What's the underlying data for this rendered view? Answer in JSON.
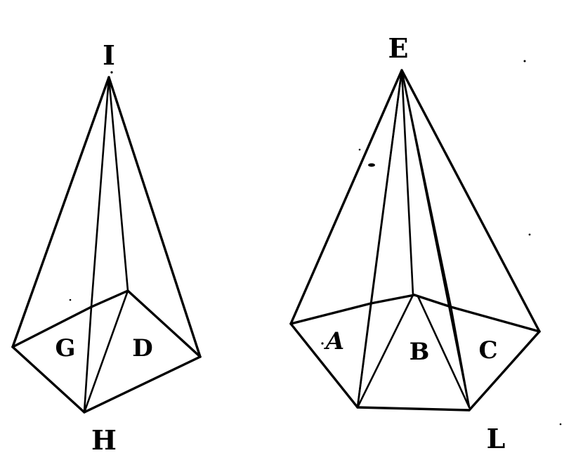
{
  "pyramid_left": {
    "apex_label": "I",
    "base_vertex_label": "H",
    "face_labels": [
      "G",
      "D"
    ]
  },
  "pyramid_right": {
    "apex_label": "E",
    "base_vertex_label": "L",
    "face_labels": [
      "A",
      "B",
      "C"
    ]
  },
  "colors": {
    "ink": "#000000",
    "paper": "#ffffff"
  }
}
